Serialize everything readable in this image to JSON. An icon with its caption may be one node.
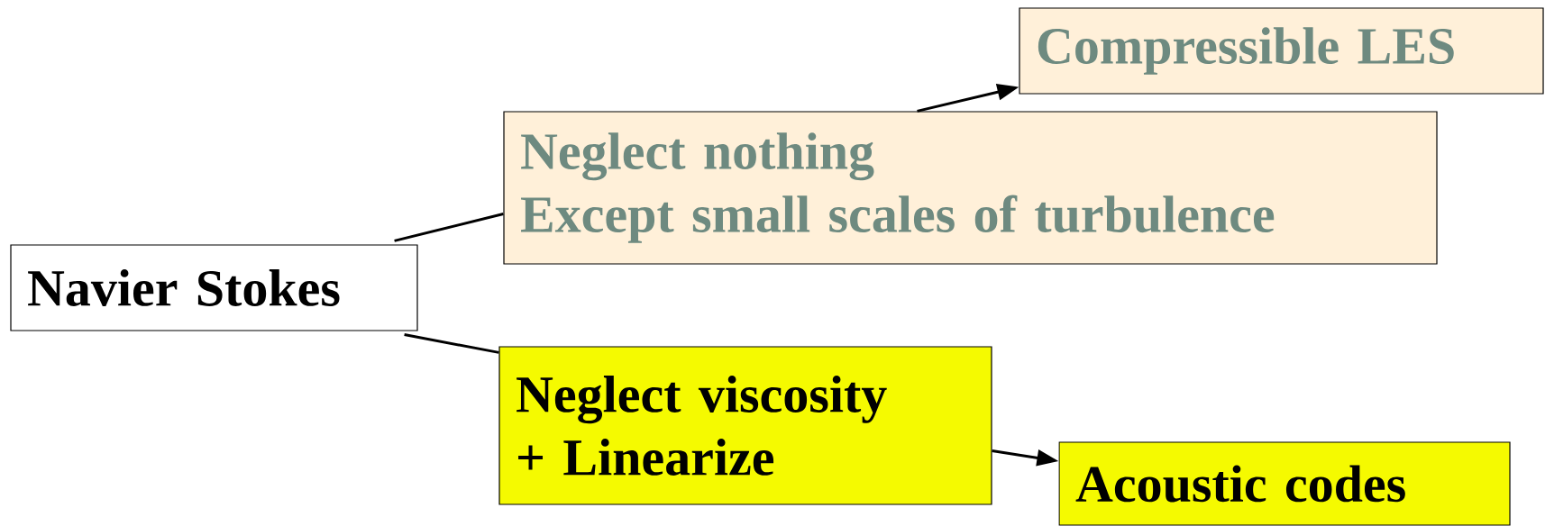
{
  "diagram": {
    "nodes": [
      {
        "text": [
          "Navier Stokes"
        ]
      },
      {
        "text": [
          "Neglect nothing",
          "Except small scales of turbulence"
        ]
      },
      {
        "text": [
          "Compressible LES"
        ]
      },
      {
        "text": [
          "Neglect viscosity",
          "+ Linearize"
        ]
      },
      {
        "text": [
          "Acoustic codes"
        ]
      }
    ],
    "edges": [
      {
        "from": 0,
        "to": 1,
        "arrow": "none"
      },
      {
        "from": 1,
        "to": 2,
        "arrow": "to"
      },
      {
        "from": 0,
        "to": 3,
        "arrow": "none"
      },
      {
        "from": 3,
        "to": 4,
        "arrow": "to"
      }
    ]
  }
}
